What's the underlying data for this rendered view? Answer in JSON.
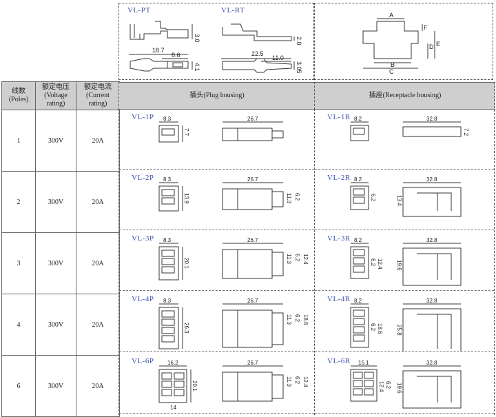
{
  "top": {
    "vlpt": {
      "title": "VL-PT",
      "dims": [
        "3.0",
        "18.7",
        "8.6",
        "4.1"
      ]
    },
    "vlrt": {
      "title": "VL-RT",
      "dims": [
        "2.0",
        "22.5",
        "11.0",
        "3.05"
      ]
    },
    "key": {
      "letters": [
        "A",
        "F",
        "D",
        "E",
        "B",
        "C"
      ]
    }
  },
  "table": {
    "headers": {
      "poles": "线数 (Poles)",
      "voltage": "额定电压 (Voltage rating)",
      "current": "额定电流 (Current rating)",
      "plug": "插头(Plug housing)",
      "receptacle": "插座(Receptacle housing)"
    },
    "rows": [
      {
        "poles": "1",
        "voltage": "300V",
        "current": "20A",
        "plug": "VL-1P",
        "rec": "VL-1R",
        "pdims": [
          "8.3",
          "7.7",
          "26.7"
        ],
        "rdims": [
          "8.2",
          "32.8",
          "7.2"
        ]
      },
      {
        "poles": "2",
        "voltage": "300V",
        "current": "20A",
        "plug": "VL-2P",
        "rec": "VL-2R",
        "pdims": [
          "8.3",
          "13.9",
          "26.7",
          "11.3",
          "6.2"
        ],
        "rdims": [
          "8.2",
          "32.8",
          "13.4",
          "6.2"
        ]
      },
      {
        "poles": "3",
        "voltage": "300V",
        "current": "20A",
        "plug": "VL-3P",
        "rec": "VL-3R",
        "pdims": [
          "8.3",
          "20.1",
          "26.7",
          "11.3",
          "6.2",
          "12.4"
        ],
        "rdims": [
          "8.2",
          "32.8",
          "19.6",
          "6.2",
          "12.4"
        ]
      },
      {
        "poles": "4",
        "voltage": "300V",
        "current": "20A",
        "plug": "VL-4P",
        "rec": "VL-4R",
        "pdims": [
          "8.3",
          "26.3",
          "26.7",
          "11.3",
          "6.2",
          "18.6"
        ],
        "rdims": [
          "8.2",
          "32.8",
          "25.8",
          "6.2",
          "18.6"
        ]
      },
      {
        "poles": "6",
        "voltage": "300V",
        "current": "20A",
        "plug": "VL-6P",
        "rec": "VL-6R",
        "pdims": [
          "16.2",
          "20.1",
          "14",
          "26.7",
          "11.3",
          "6.2",
          "12.4"
        ],
        "rdims": [
          "15.1",
          "32.8",
          "12.4",
          "6.2",
          "19.6"
        ]
      }
    ]
  }
}
